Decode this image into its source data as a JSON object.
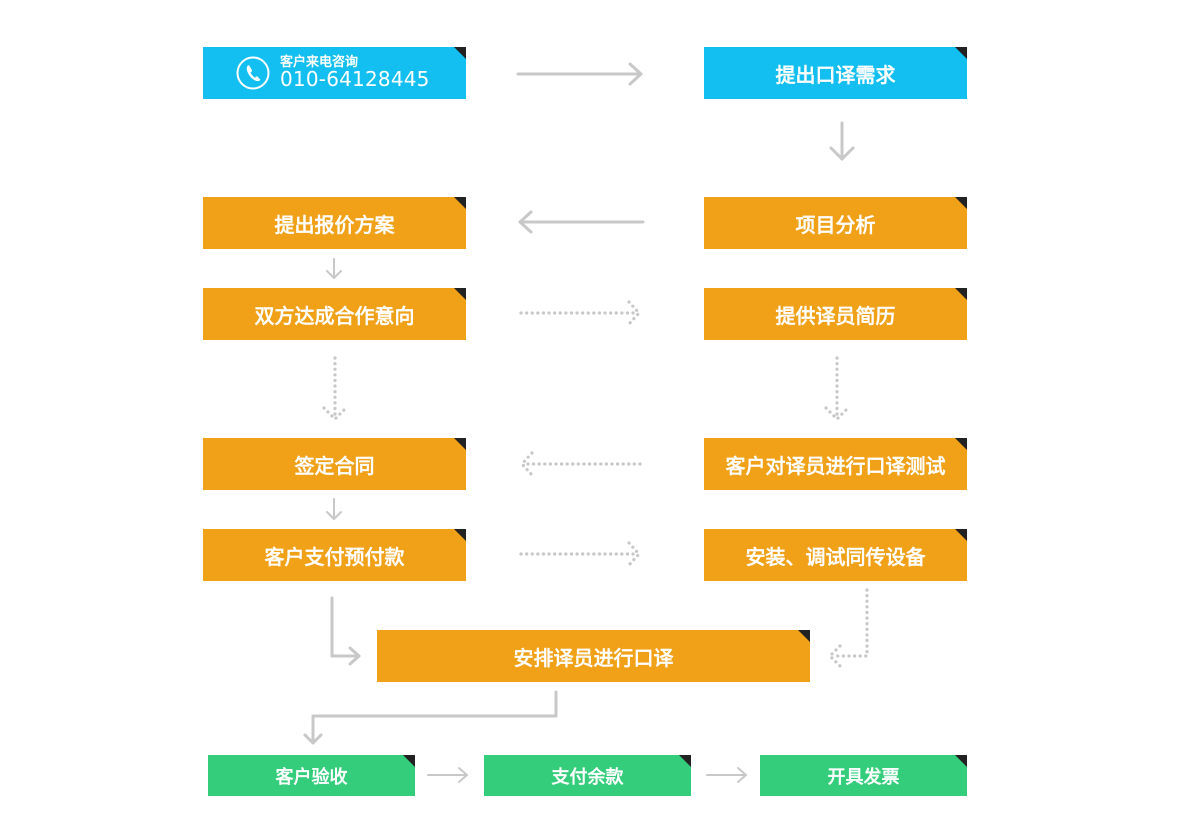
{
  "colors": {
    "blue": "#12bff0",
    "orange": "#f0a118",
    "green": "#33cd7c",
    "arrow_gray": "#c8c8c8"
  },
  "steps": {
    "consult": {
      "icon": "phone-icon",
      "label": "客户来电咨询",
      "phone": "010-64128445"
    },
    "request": "提出口译需求",
    "analysis": "项目分析",
    "quote": "提出报价方案",
    "agree": "双方达成合作意向",
    "resume": "提供译员简历",
    "test": "客户对译员进行口译测试",
    "contract": "签定合同",
    "prepay": "客户支付预付款",
    "equipment": "安装、调试同传设备",
    "arrange": "安排译员进行口译",
    "accept": "客户验收",
    "balance": "支付余款",
    "invoice": "开具发票"
  }
}
